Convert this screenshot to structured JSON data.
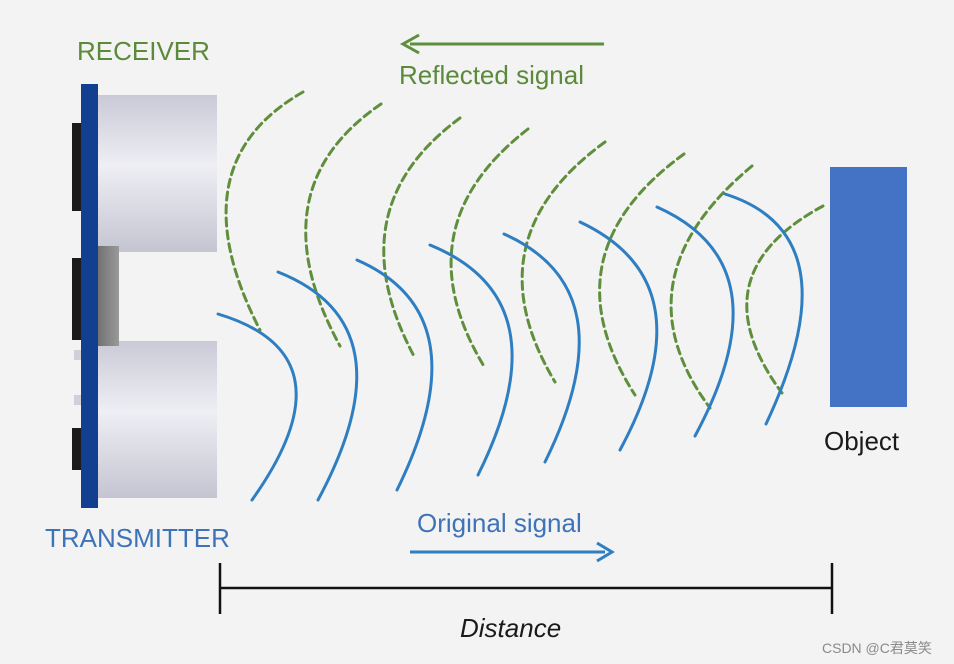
{
  "labels": {
    "receiver": "RECEIVER",
    "transmitter": "TRANSMITTER",
    "reflected_signal": "Reflected signal",
    "original_signal": "Original signal",
    "object": "Object",
    "distance": "Distance"
  },
  "watermark": "CSDN @C君莫笑",
  "colors": {
    "background": "#f3f3f3",
    "receiver_text": "#5b8a3a",
    "reflected_wave": "#5f8f3c",
    "transmitter_text": "#3f73b8",
    "original_wave": "#2e7ec1",
    "object_block": "#4472c4",
    "sensor_board": "#123f8f",
    "dimension_line": "#111111"
  },
  "icons": {
    "reflected_arrow": "arrow-left-icon",
    "original_arrow": "arrow-right-icon"
  }
}
